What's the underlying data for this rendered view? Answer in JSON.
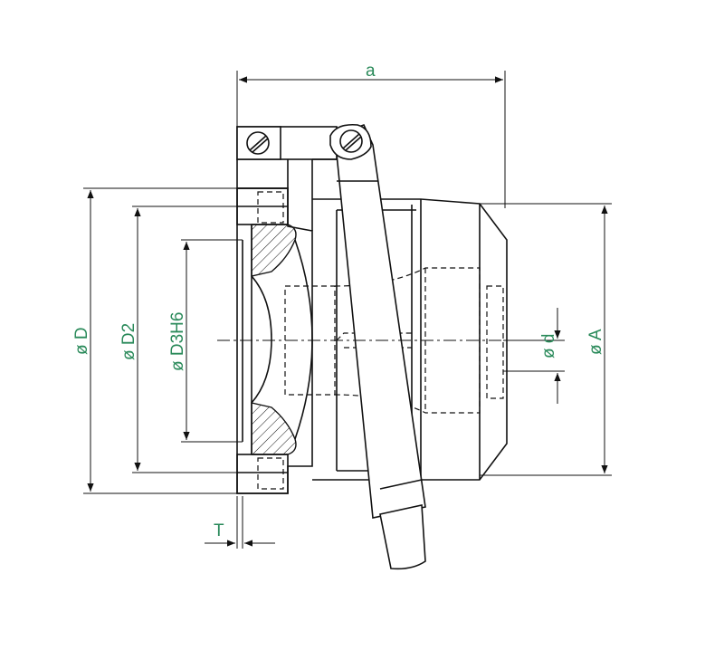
{
  "labels": {
    "a": "a",
    "D": "ø D",
    "D2": "ø D2",
    "D3": "ø D3H6",
    "d": "ø d",
    "A": "ø A",
    "T": "T"
  },
  "colors": {
    "label": "#2a8a5a",
    "line": "#111111"
  }
}
